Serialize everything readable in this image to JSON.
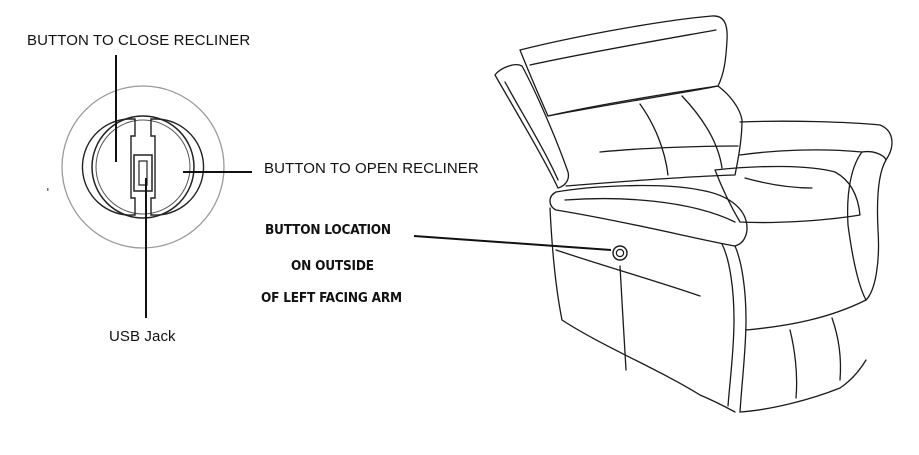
{
  "labels": {
    "close_button": "BUTTON TO CLOSE RECLINER",
    "open_button": "BUTTON TO OPEN RECLINER",
    "usb_jack": "USB Jack",
    "location_line1": "BUTTON LOCATION",
    "location_line2": "ON OUTSIDE",
    "location_line3": "OF LEFT FACING ARM"
  },
  "colors": {
    "line": "#111111",
    "panel_ring": "#9a9a9a",
    "background": "#ffffff"
  }
}
